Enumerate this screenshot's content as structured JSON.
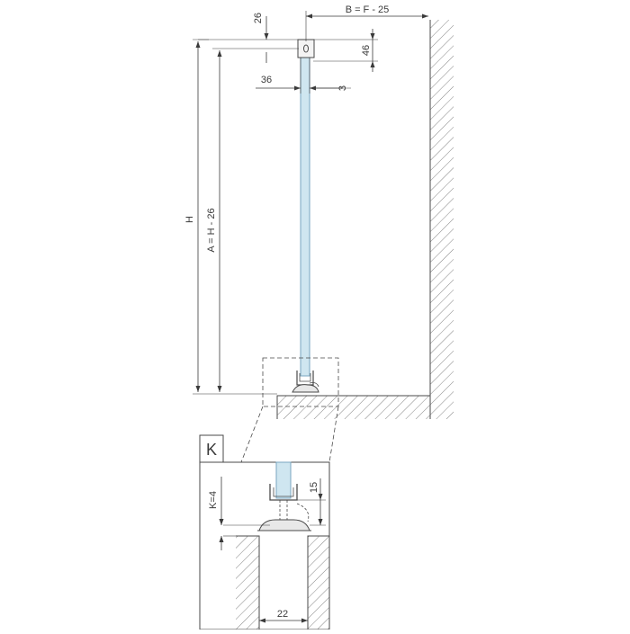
{
  "dimensions": {
    "top_offset": "26",
    "b_formula": "B = F - 25",
    "bracket_height": "46",
    "bracket_offset": "36",
    "gap": "3",
    "h": "H",
    "a_formula": "A = H - 26"
  },
  "detail": {
    "label": "K",
    "k_value": "K=4",
    "height": "15",
    "width": "22"
  },
  "colors": {
    "line": "#4a4a4a",
    "glass": "#cfe6f0",
    "glass_edge": "#7aa6c0"
  }
}
